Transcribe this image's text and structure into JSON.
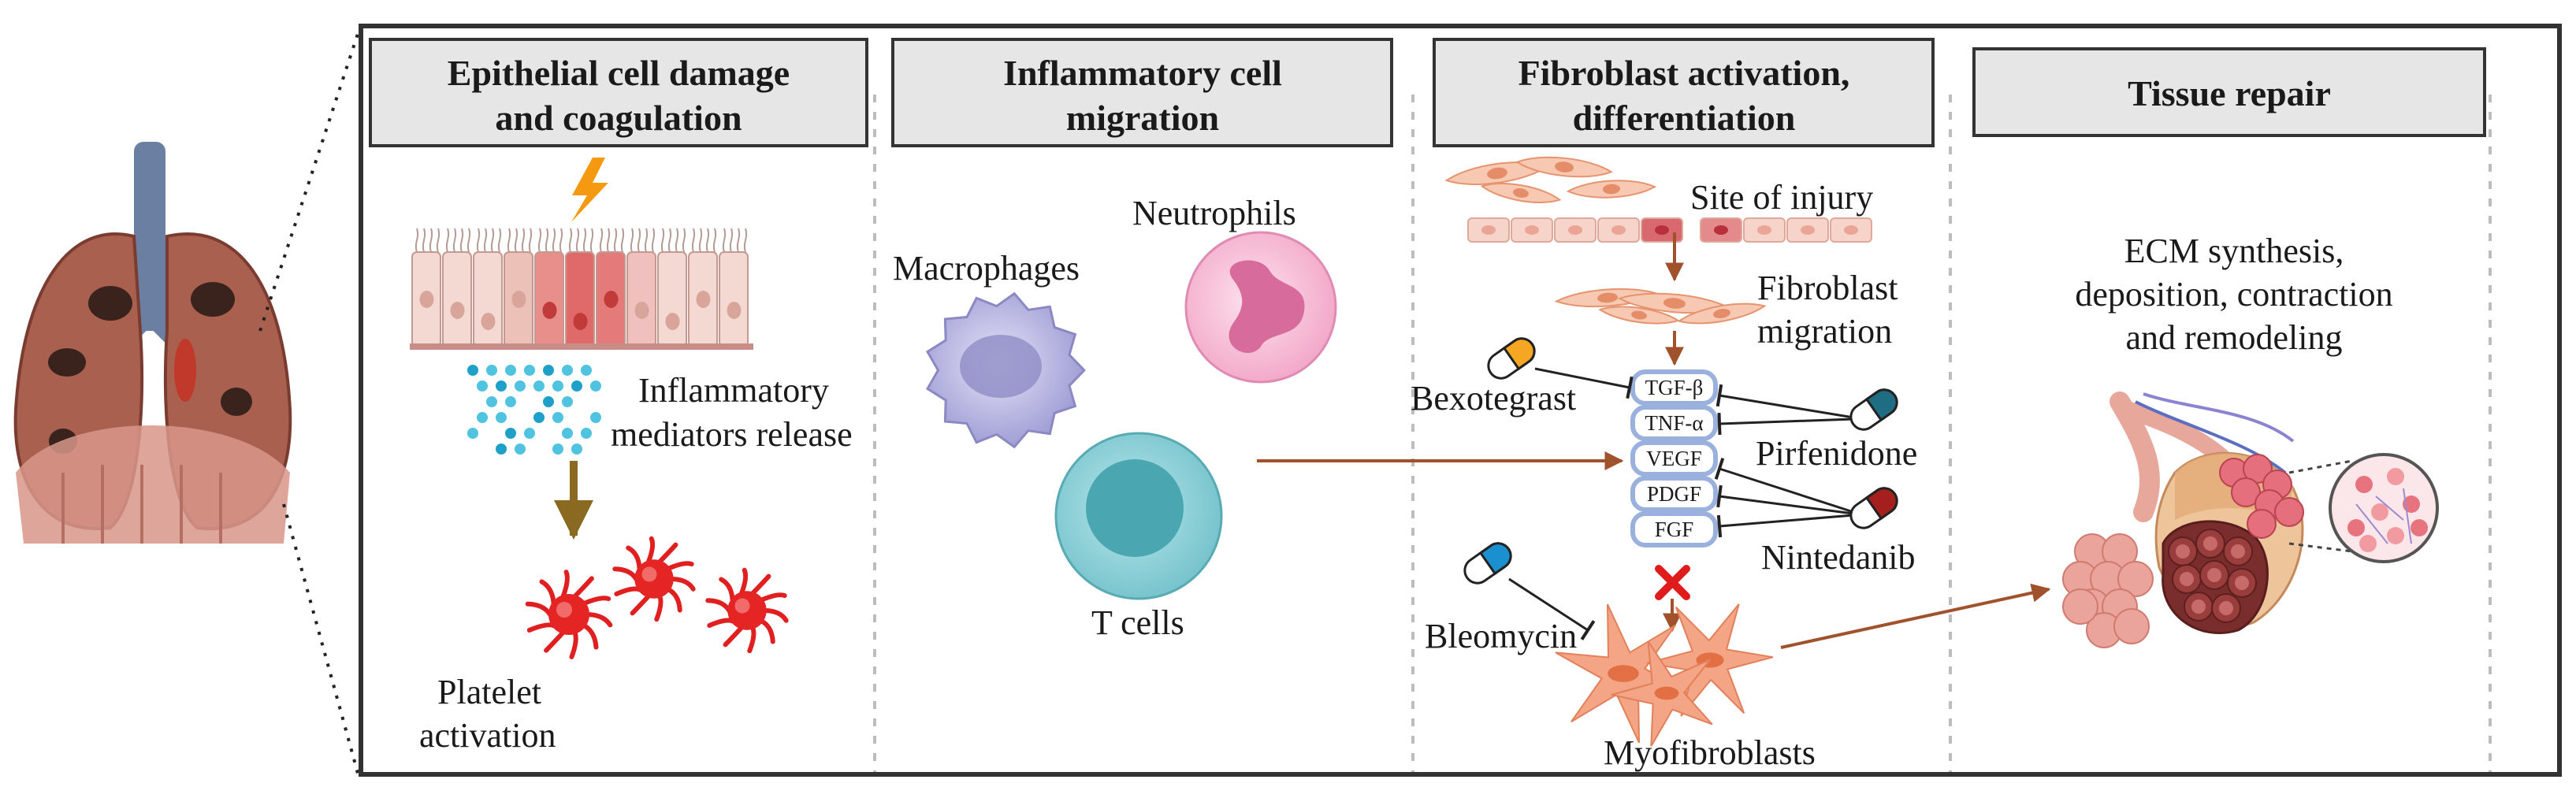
{
  "panels": [
    {
      "title_line1": "Epithelial cell damage",
      "title_line2": "and coagulation"
    },
    {
      "title_line1": "Inflammatory cell",
      "title_line2": "migration"
    },
    {
      "title_line1": "Fibroblast activation,",
      "title_line2": "differentiation"
    },
    {
      "title_line1": "Tissue repair",
      "title_line2": ""
    }
  ],
  "labels": {
    "inflammatory_line1": "Inflammatory",
    "inflammatory_line2": "mediators release",
    "platelet_line1": "Platelet",
    "platelet_line2": "activation",
    "macrophages": "Macrophages",
    "neutrophils": "Neutrophils",
    "t_cells": "T cells",
    "site_of_injury": "Site of injury",
    "fibroblast_line1": "Fibroblast",
    "fibroblast_line2": "migration",
    "myofibroblasts": "Myofibroblasts",
    "ecm_line1": "ECM synthesis,",
    "ecm_line2": "deposition, contraction",
    "ecm_line3": "and remodeling"
  },
  "factors": [
    "TGF-β",
    "TNF-α",
    "VEGF",
    "PDGF",
    "FGF"
  ],
  "drugs": {
    "bexotegrast": "Bexotegrast",
    "pirfenidone": "Pirfenidone",
    "nintedanib": "Nintedanib",
    "bleomycin": "Bleomycin"
  },
  "colors": {
    "header_fill": "#e6e6e6",
    "frame": "#333333",
    "arrow": "#a0522d",
    "platelet": "#e02020",
    "macrophage": "#b3b1e0",
    "neutrophil": "#f5b3cf",
    "tcell": "#7cc8d0",
    "fibroblast": "#f4b79a",
    "lightning": "#f59a10",
    "factor_box": "#9ab0dd"
  }
}
